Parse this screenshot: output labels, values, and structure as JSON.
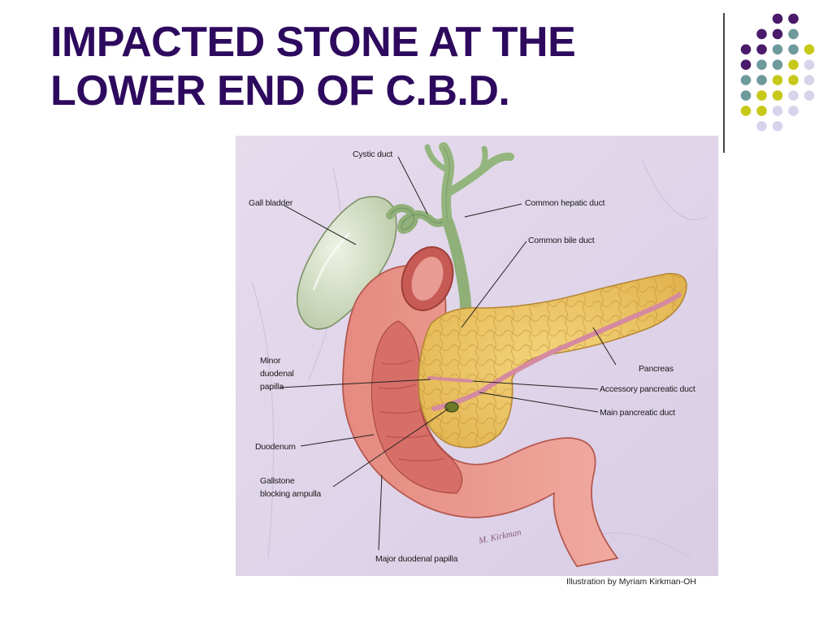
{
  "slide": {
    "title_line1": "IMPACTED STONE AT THE",
    "title_line2": "LOWER END OF C.B.D."
  },
  "decor": {
    "colors": {
      "purple": "#4b1a6b",
      "teal": "#6f9a9c",
      "olive": "#c8c81a",
      "lavender": "#d6d4ea"
    }
  },
  "illustration": {
    "labels": {
      "cystic_duct": "Cystic duct",
      "gall_bladder": "Gall bladder",
      "common_hepatic_duct": "Common hepatic duct",
      "common_bile_duct": "Common bile duct",
      "minor_papilla_1": "Minor",
      "minor_papilla_2": "duodenal",
      "minor_papilla_3": "papilla",
      "pancreas": "Pancreas",
      "accessory_duct": "Accessory pancreatic duct",
      "main_duct": "Main pancreatic duct",
      "duodenum": "Duodenum",
      "gallstone_1": "Gallstone",
      "gallstone_2": "blocking ampulla",
      "major_papilla": "Major duodenal papilla"
    },
    "signature": "M. Kirkman",
    "credit": "Illustration by Myriam Kirkman-OH"
  }
}
